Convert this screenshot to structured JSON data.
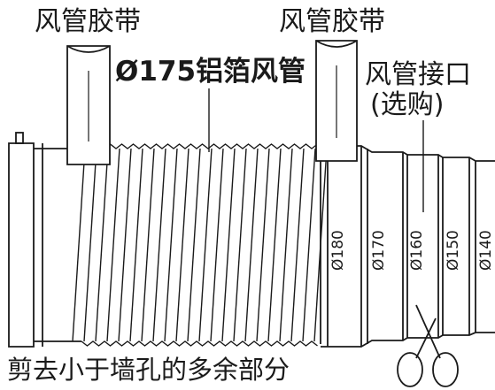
{
  "labels": {
    "tape_left": "风管胶带",
    "tape_right": "风管胶带",
    "duct_title": "Ø175铝箔风管",
    "adapter_title": "风管接口",
    "adapter_sub": "(选购)",
    "cut_note": "剪去小于墙孔的多余部分"
  },
  "diameters": [
    "Ø180",
    "Ø170",
    "Ø160",
    "Ø150",
    "Ø140"
  ],
  "colors": {
    "line": "#1a1a1a",
    "background": "#ffffff"
  },
  "icons": {
    "cut": "scissors-icon"
  }
}
